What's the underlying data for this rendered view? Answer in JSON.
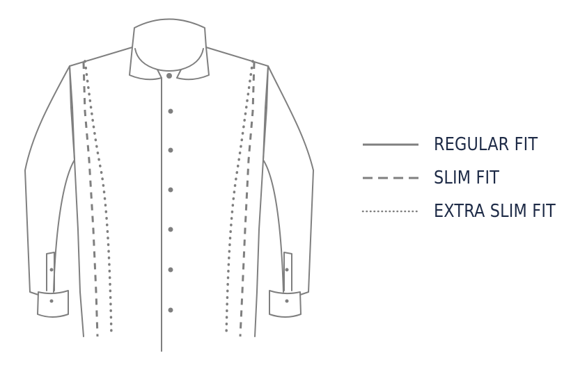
{
  "legend": {
    "items": [
      {
        "label": "REGULAR FIT",
        "line_style": "solid"
      },
      {
        "label": "SLIM FIT",
        "line_style": "dashed"
      },
      {
        "label": "EXTRA SLIM FIT",
        "line_style": "dotted"
      }
    ]
  },
  "colors": {
    "outline": "#7f7f7f",
    "legend_text": "#1d2a46",
    "background": "#ffffff"
  }
}
